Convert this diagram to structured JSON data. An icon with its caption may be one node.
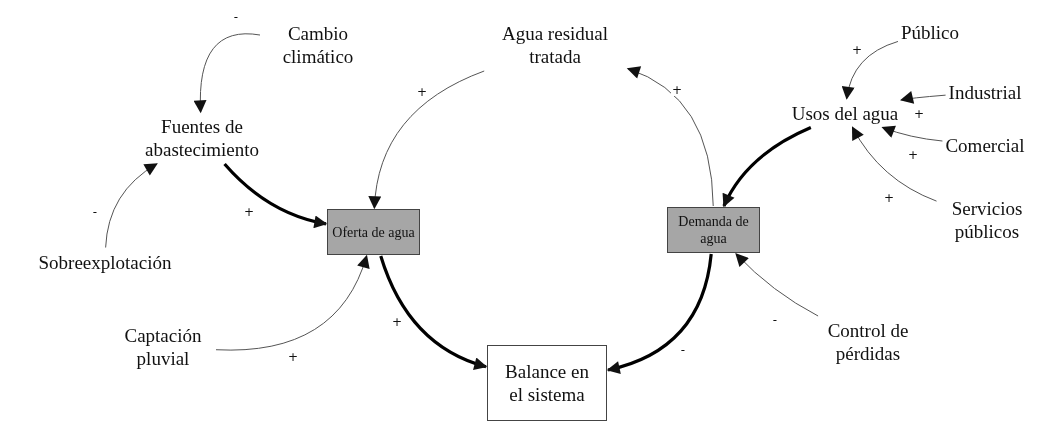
{
  "diagram": {
    "nodes": [
      {
        "text": [
          "Cambio climático"
        ]
      },
      {
        "text": [
          "Agua residual tratada"
        ]
      },
      {
        "text": [
          "Público"
        ]
      },
      {
        "text": [
          "Industrial"
        ]
      },
      {
        "text": [
          "Usos del agua"
        ]
      },
      {
        "text": [
          "Fuentes de abastecimiento"
        ]
      },
      {
        "text": [
          "Comercial"
        ]
      },
      {
        "text": [
          "Oferta de agua"
        ]
      },
      {
        "text": [
          "Demanda de agua"
        ]
      },
      {
        "text": [
          "Servicios públicos"
        ]
      },
      {
        "text": [
          "Sobreexplotación"
        ]
      },
      {
        "text": [
          "Captación pluvial"
        ]
      },
      {
        "text": [
          "Control de pérdidas"
        ]
      },
      {
        "text": [
          "Balance en el sistema"
        ]
      }
    ],
    "edges": [
      {
        "from": 0,
        "to": 5,
        "arrow": "to",
        "label": "-"
      },
      {
        "from": 10,
        "to": 5,
        "arrow": "to",
        "label": "-"
      },
      {
        "from": 5,
        "to": 7,
        "arrow": "to",
        "label": "+",
        "style": "thick"
      },
      {
        "from": 1,
        "to": 7,
        "arrow": "to",
        "label": "+"
      },
      {
        "from": 11,
        "to": 7,
        "arrow": "to",
        "label": "+"
      },
      {
        "from": 7,
        "to": 13,
        "arrow": "to",
        "label": "+",
        "style": "thick"
      },
      {
        "from": 8,
        "to": 1,
        "arrow": "to",
        "label": "+"
      },
      {
        "from": 8,
        "to": 13,
        "arrow": "to",
        "label": "-",
        "style": "thick"
      },
      {
        "from": 12,
        "to": 8,
        "arrow": "to",
        "label": "-"
      },
      {
        "from": 4,
        "to": 8,
        "arrow": "to",
        "style": "thick"
      },
      {
        "from": 2,
        "to": 4,
        "arrow": "to",
        "label": "+"
      },
      {
        "from": 3,
        "to": 4,
        "arrow": "to",
        "label": "+"
      },
      {
        "from": 6,
        "to": 4,
        "arrow": "to",
        "label": "+"
      },
      {
        "from": 9,
        "to": 4,
        "arrow": "to",
        "label": "+"
      }
    ]
  }
}
